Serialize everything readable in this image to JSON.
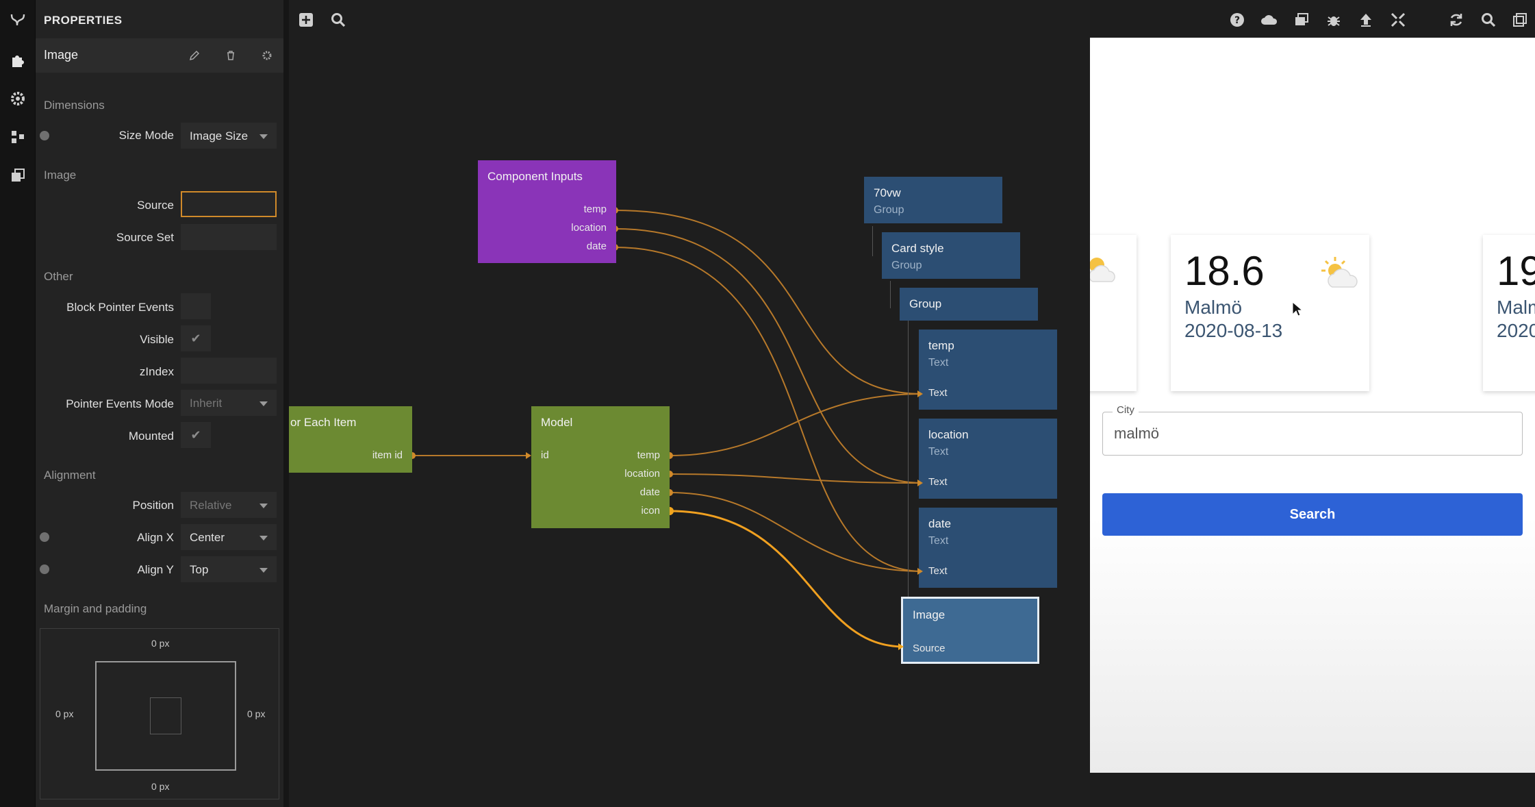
{
  "properties": {
    "title": "PROPERTIES",
    "node_title": "Image",
    "sections": {
      "dimensions": "Dimensions",
      "image": "Image",
      "other": "Other",
      "alignment": "Alignment",
      "margin_padding": "Margin and padding"
    },
    "fields": {
      "size_mode": {
        "label": "Size Mode",
        "value": "Image Size"
      },
      "source": {
        "label": "Source",
        "value": ""
      },
      "source_set": {
        "label": "Source Set",
        "value": ""
      },
      "block_pointer_events": {
        "label": "Block Pointer Events"
      },
      "visible": {
        "label": "Visible"
      },
      "zindex": {
        "label": "zIndex",
        "value": ""
      },
      "pointer_events_mode": {
        "label": "Pointer Events Mode",
        "value": "Inherit"
      },
      "mounted": {
        "label": "Mounted"
      },
      "position": {
        "label": "Position",
        "value": "Relative"
      },
      "align_x": {
        "label": "Align X",
        "value": "Center"
      },
      "align_y": {
        "label": "Align Y",
        "value": "Top"
      }
    },
    "margin": {
      "top": "0 px",
      "left": "0 px",
      "right": "0 px",
      "bottom": "0 px"
    },
    "check_glyph": "✔"
  },
  "nodes": {
    "component_inputs": {
      "title": "Component Inputs",
      "ports": [
        "temp",
        "location",
        "date"
      ]
    },
    "for_each": {
      "title": "or Each Item",
      "port": "item id"
    },
    "model": {
      "title": "Model",
      "in_port": "id",
      "ports": [
        "temp",
        "location",
        "date",
        "icon"
      ]
    },
    "group70": {
      "title": "70vw",
      "subtitle": "Group"
    },
    "card_style": {
      "title": "Card style",
      "subtitle": "Group"
    },
    "group": {
      "title": "Group"
    },
    "temp": {
      "title": "temp",
      "subtitle": "Text",
      "port": "Text"
    },
    "location": {
      "title": "location",
      "subtitle": "Text",
      "port": "Text"
    },
    "date": {
      "title": "date",
      "subtitle": "Text",
      "port": "Text"
    },
    "image": {
      "title": "Image",
      "port": "Source"
    }
  },
  "preview": {
    "card": {
      "temp": "18.6",
      "city": "Malmö",
      "date": "2020-08-13"
    },
    "next_card": {
      "temp": "19",
      "city": "Malm",
      "date": "2020"
    },
    "city_label": "City",
    "city_value": "malmö",
    "search_label": "Search"
  },
  "colors": {
    "purple_node": "#8a34b8",
    "green_node": "#6c8a32",
    "blue_node": "#2c4e73",
    "connection": "#c98a2c",
    "search_button": "#2d62d6"
  }
}
